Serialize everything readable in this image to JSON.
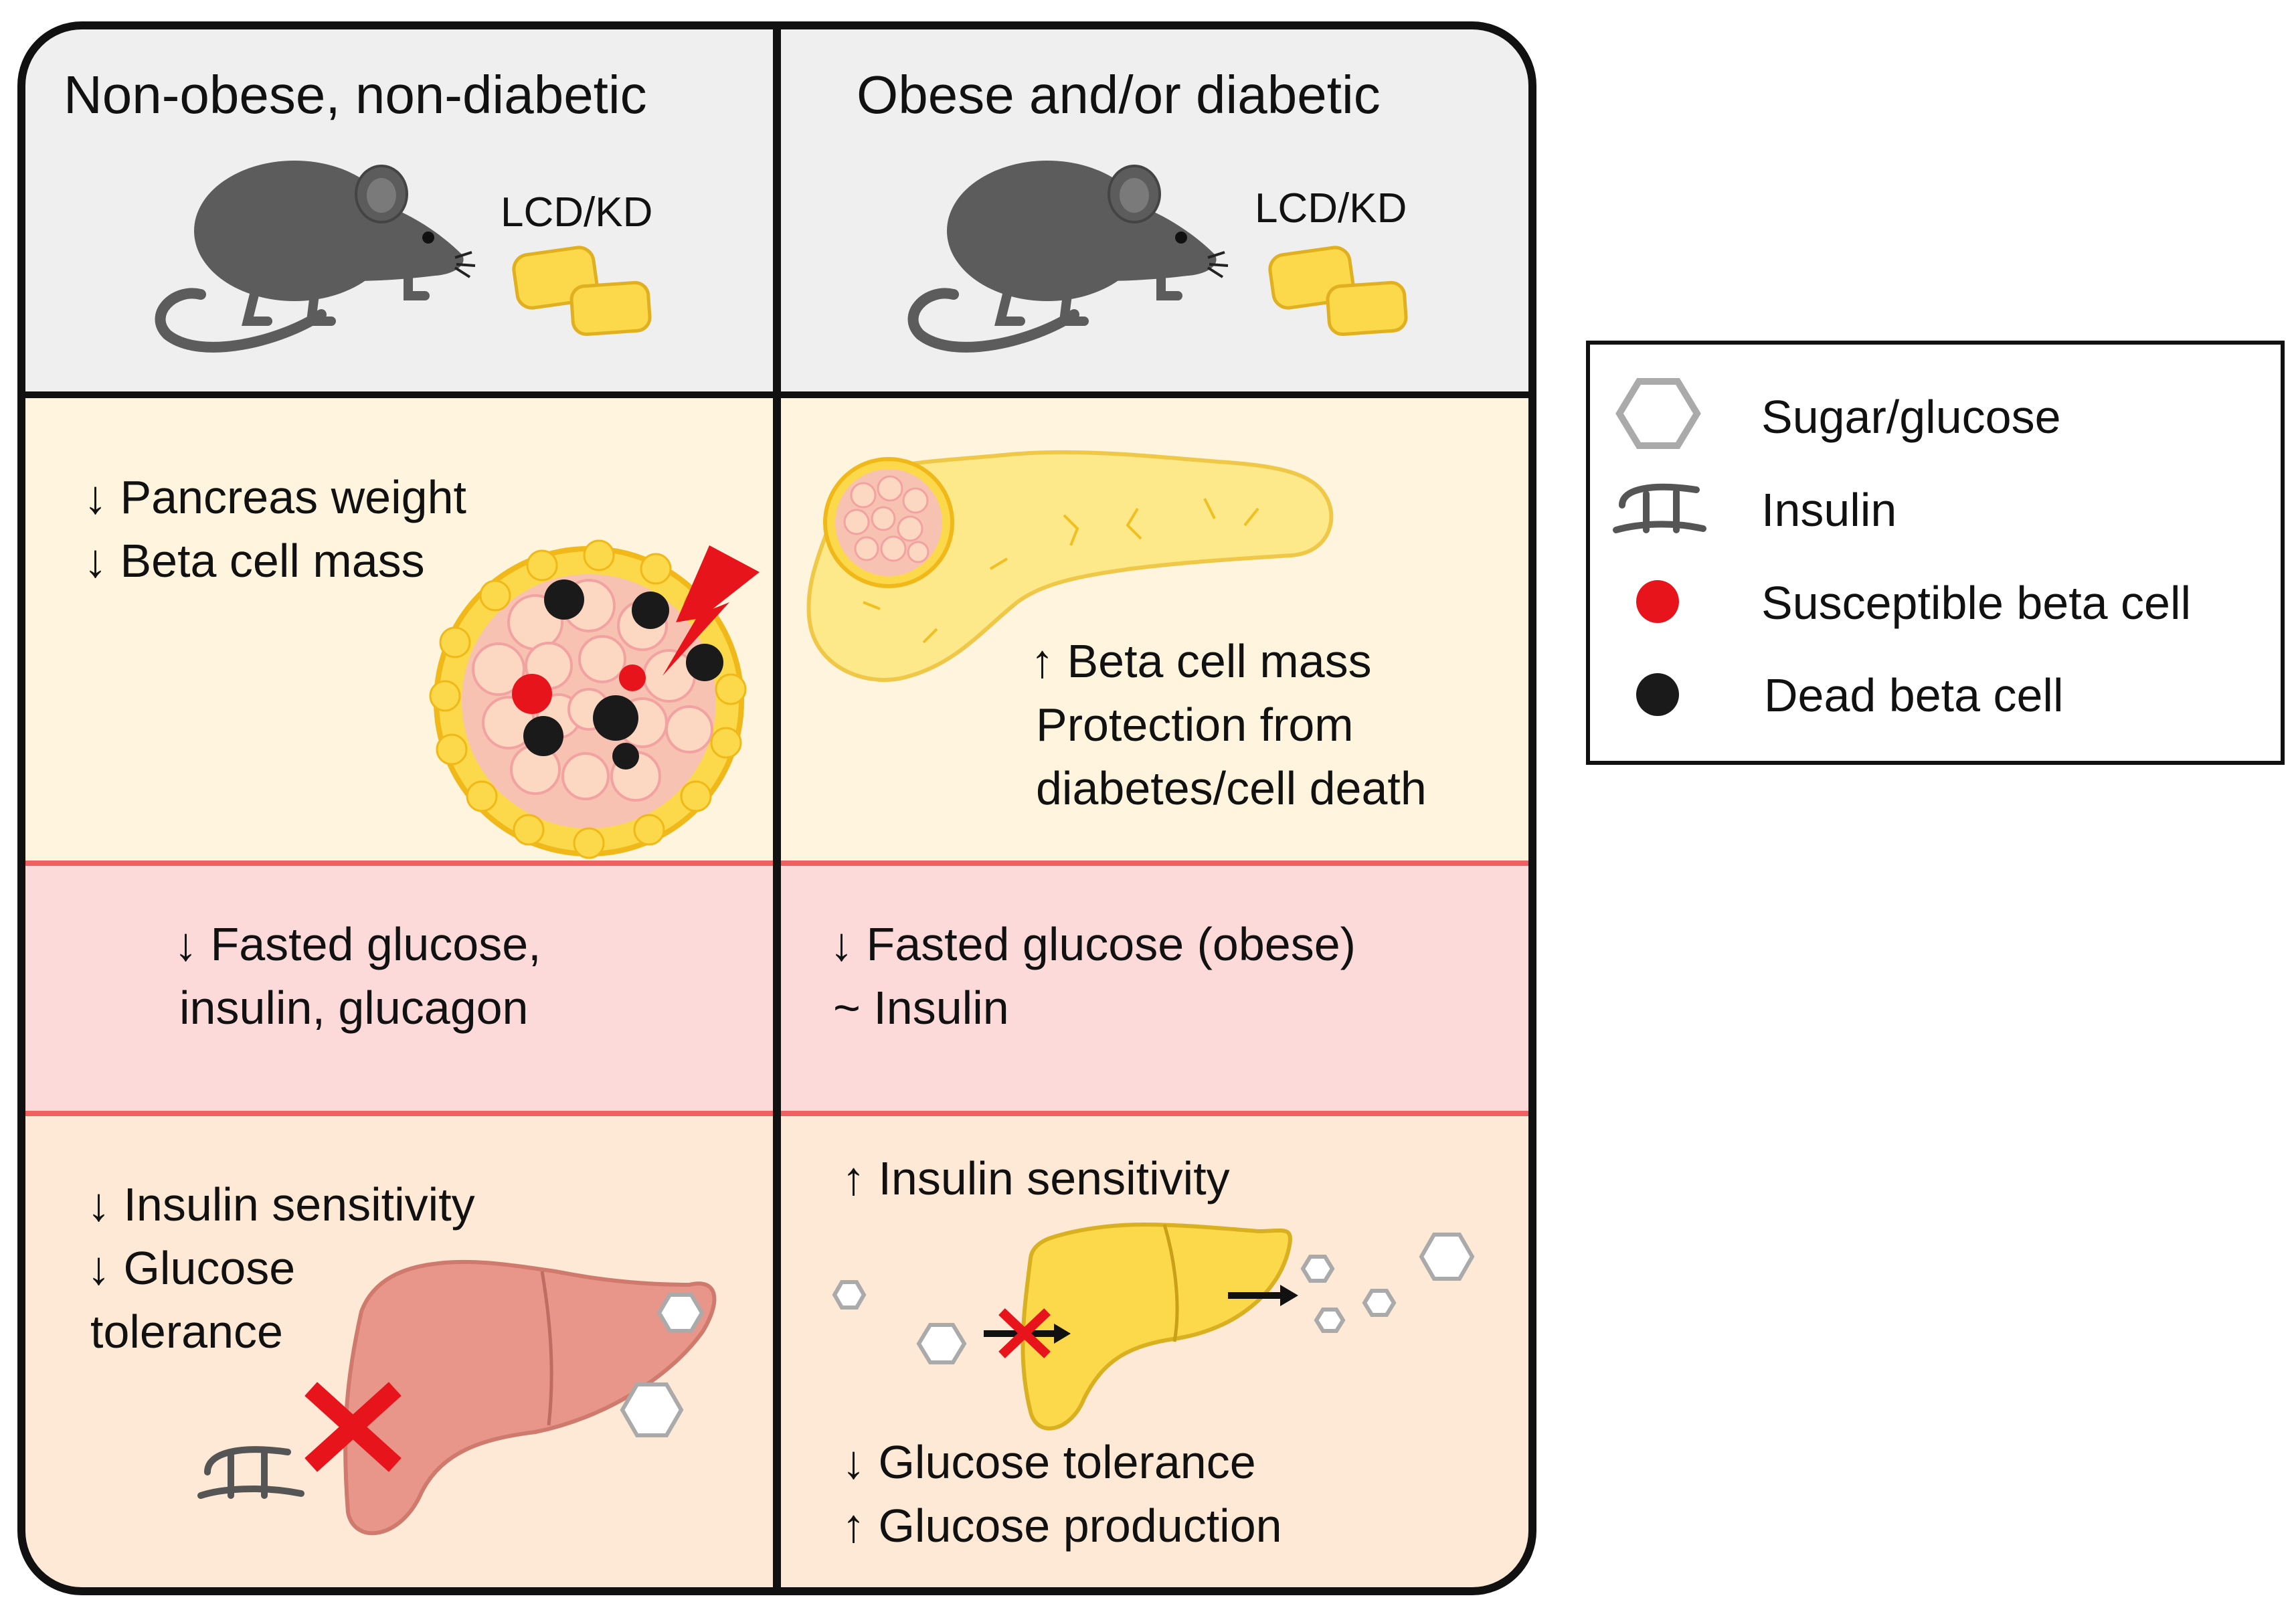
{
  "columns": {
    "left_title": "Non-obese, non-diabetic",
    "right_title": "Obese and/or diabetic"
  },
  "diet_label_left": "LCD/KD",
  "diet_label_right": "LCD/KD",
  "left_pancreas": {
    "line1": "↓ Pancreas weight",
    "line2": "↓ Beta cell mass"
  },
  "right_pancreas": {
    "line1": "↑ Beta cell mass",
    "line2": "Protection from",
    "line3": "diabetes/cell death"
  },
  "left_blood": {
    "line1": "↓ Fasted glucose,",
    "line2": "insulin, glucagon"
  },
  "right_blood": {
    "line1": "↓ Fasted glucose (obese)",
    "line2": "~ Insulin"
  },
  "left_liver": {
    "line1": "↓ Insulin sensitivity",
    "line2": "↓ Glucose",
    "line3": "tolerance"
  },
  "right_liver": {
    "line1": "↑ Insulin sensitivity",
    "line2": "↓ Glucose tolerance",
    "line3": "↑ Glucose production"
  },
  "legend": {
    "items": [
      {
        "label": "Sugar/glucose",
        "icon": "hexagon-icon"
      },
      {
        "label": "Insulin",
        "icon": "insulin-icon"
      },
      {
        "label": "Susceptible beta cell",
        "icon": "red-dot-icon"
      },
      {
        "label": "Dead beta cell",
        "icon": "black-dot-icon"
      }
    ]
  },
  "colors": {
    "header_bg": "#efefef",
    "pancreas_row_bg": "#fff4dd",
    "blood_row_bg": "#fcdada",
    "liver_row_bg": "#fde9d5",
    "divider_red": "#f06060",
    "mouse": "#5c5c5c",
    "cheese": "#fbd94a",
    "liver_healthy": "#fbd94a",
    "liver_damaged": "#e8968a",
    "red_cross": "#e8141b",
    "susceptible_cell": "#e8141b",
    "dead_cell": "#1a1a1a"
  }
}
